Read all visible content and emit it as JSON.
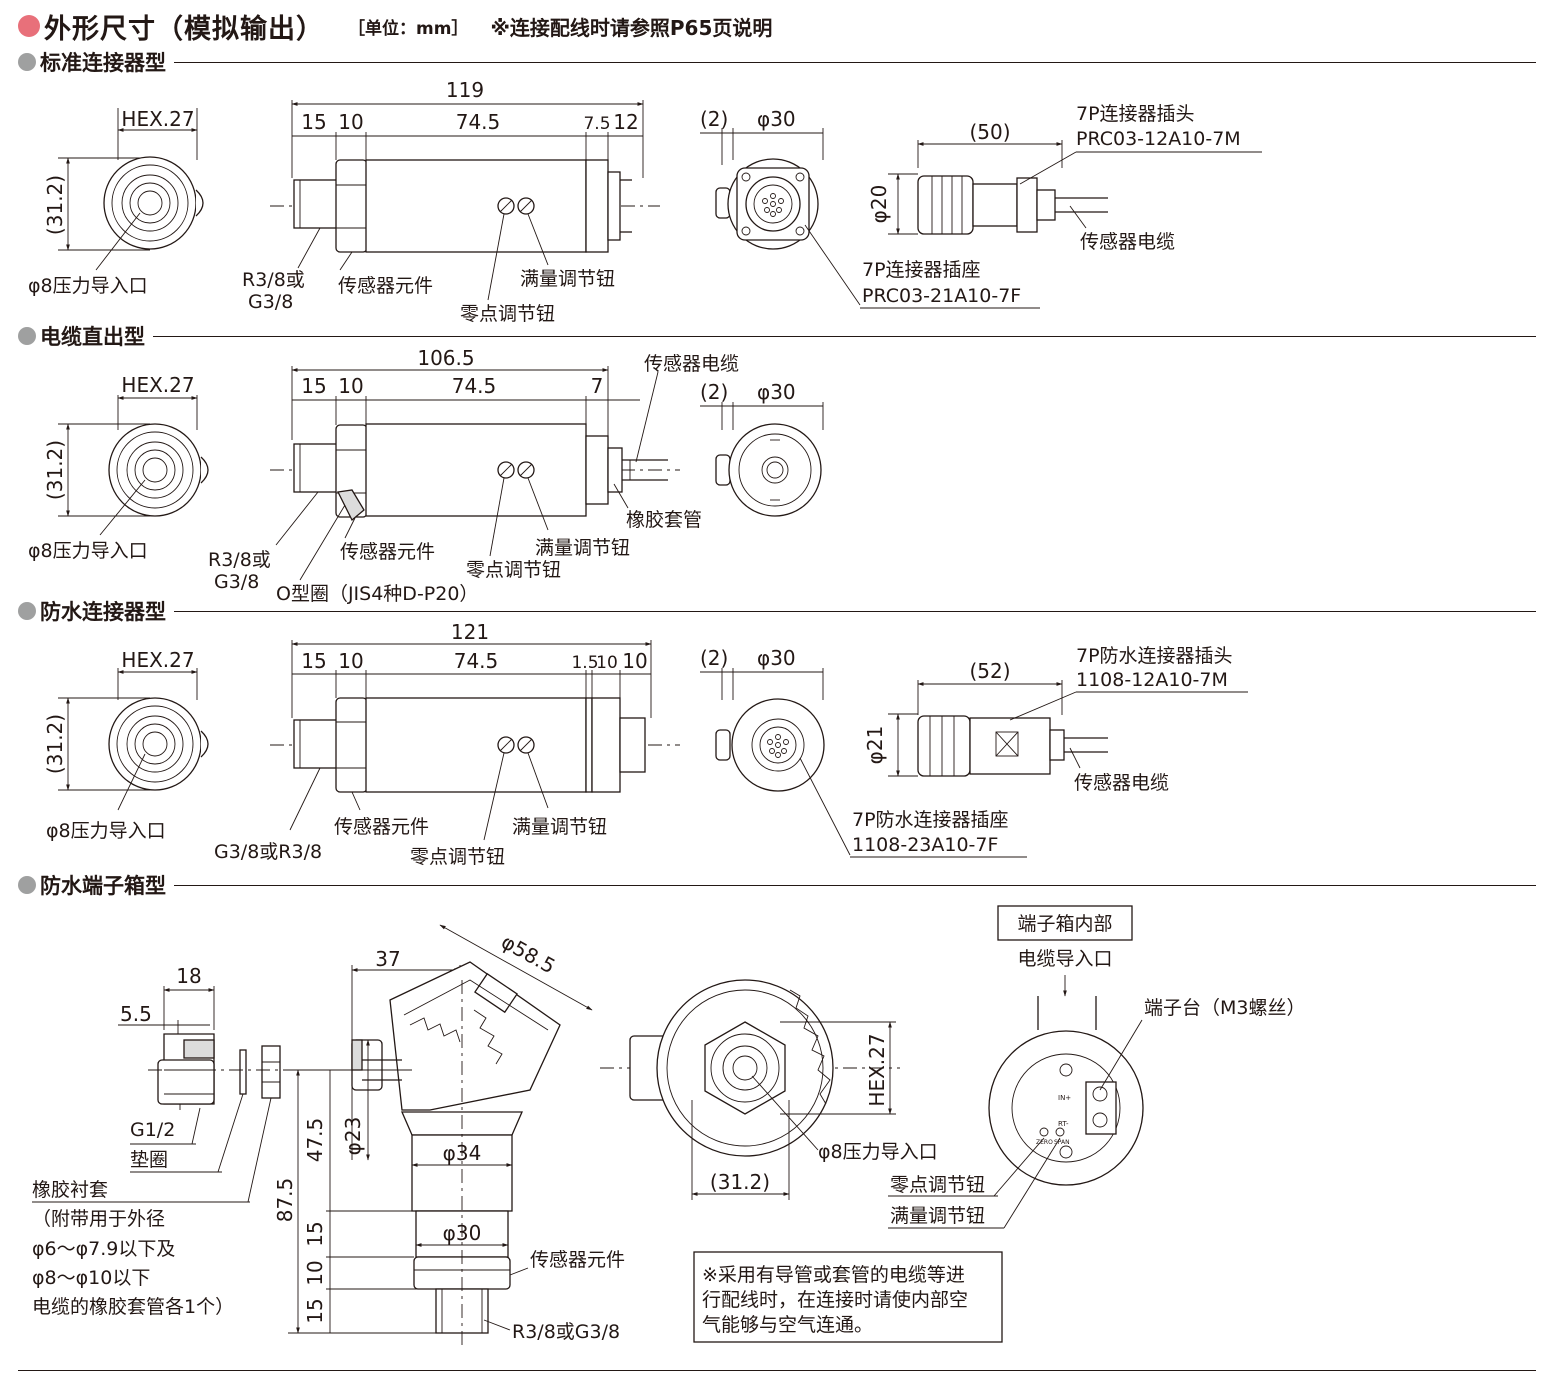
{
  "header": {
    "title": "外形尺寸（模拟输出）",
    "unit": "［单位：mm］",
    "note": "※连接配线时请参照P65页说明"
  },
  "sections": {
    "standard": {
      "title": "标准连接器型",
      "hex": "HEX.27",
      "height_dim": "(31.2)",
      "inlet": "φ8压力导入口",
      "len_total": "119",
      "len_a": "15",
      "len_b": "10",
      "len_c": "74.5",
      "len_d": "7.5",
      "len_e": "12",
      "thread": "R3/8或\nG3/8",
      "thread_line1": "R3/8或",
      "thread_line2": "G3/8",
      "sensor": "传感器元件",
      "span": "满量调节钮",
      "zero": "零点调节钮",
      "end_dim_a": "(2)",
      "end_dim_b": "φ30",
      "socket_label": "7P连接器插座",
      "socket_part": "PRC03-21A10-7F",
      "plug_len": "(50)",
      "plug_dia": "φ20",
      "plug_label": "7P连接器插头",
      "plug_part": "PRC03-12A10-7M",
      "cable": "传感器电缆"
    },
    "cable": {
      "title": "电缆直出型",
      "hex": "HEX.27",
      "height_dim": "(31.2)",
      "inlet": "φ8压力导入口",
      "len_total": "106.5",
      "len_a": "15",
      "len_b": "10",
      "len_c": "74.5",
      "len_d": "7",
      "cable": "传感器电缆",
      "end_dim_a": "(2)",
      "end_dim_b": "φ30",
      "rubber": "橡胶套管",
      "thread_line1": "R3/8或",
      "thread_line2": "G3/8",
      "sensor": "传感器元件",
      "span": "满量调节钮",
      "zero": "零点调节钮",
      "oring": "O型圈（JIS4种D-P20）"
    },
    "waterproof": {
      "title": "防水连接器型",
      "hex": "HEX.27",
      "height_dim": "(31.2)",
      "inlet": "φ8压力导入口",
      "len_total": "121",
      "len_a": "15",
      "len_b": "10",
      "len_c": "74.5",
      "len_d": "1.5",
      "len_e": "10",
      "len_f": "10",
      "thread": "G3/8或R3/8",
      "sensor": "传感器元件",
      "span": "满量调节钮",
      "zero": "零点调节钮",
      "end_dim_a": "(2)",
      "end_dim_b": "φ30",
      "socket_label": "7P防水连接器插座",
      "socket_part": "1108-23A10-7F",
      "plug_len": "(52)",
      "plug_dia": "φ21",
      "plug_label": "7P防水连接器插头",
      "plug_part": "1108-12A10-7M",
      "cable": "传感器电缆"
    },
    "terminal": {
      "title": "防水端子箱型",
      "gland_a": "18",
      "gland_b": "5.5",
      "gland_thread": "G1/2",
      "gasket": "垫圈",
      "bushing_1": "橡胶衬套",
      "bushing_2": "（附带用于外径",
      "bushing_3": "φ6～φ7.9以下及",
      "bushing_4": "φ8～φ10以下",
      "bushing_5": "电缆的橡胶套管各1个）",
      "dim_37": "37",
      "dim_head": "φ58.5",
      "dim_23": "φ23",
      "dim_34": "φ34",
      "dim_30": "φ30",
      "dim_475": "47.5",
      "dim_875": "87.5",
      "dim_15a": "15",
      "dim_10": "10",
      "dim_15b": "15",
      "sensor": "传感器元件",
      "thread": "R3/8或G3/8",
      "hex": "HEX.27",
      "height_dim": "(31.2)",
      "inlet": "φ8压力导入口",
      "zero": "零点调节钮",
      "span": "满量调节钮",
      "inside_title": "端子箱内部",
      "cable_inlet": "电缆导入口",
      "terminal_block": "端子台（M3螺丝）",
      "in_plus": "IN+",
      "rt_minus": "RT-",
      "zero_small": "ZERO",
      "span_small": "SPAN",
      "remark_1": "※采用有导管或套管的电缆等进",
      "remark_2": "行配线时，在连接时请使内部空",
      "remark_3": "气能够与空气连通。"
    }
  }
}
